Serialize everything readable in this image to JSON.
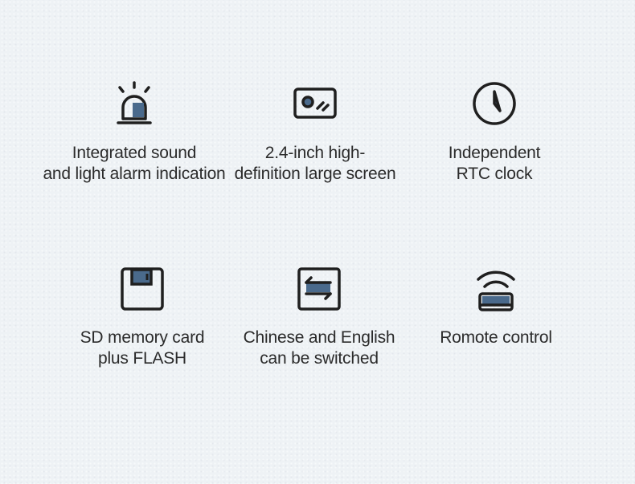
{
  "colors": {
    "background": "#eef2f5",
    "icon_stroke": "#1f1f1f",
    "icon_accent": "#4a6a8c",
    "text": "#2b2b2b"
  },
  "features": [
    {
      "icon": "alarm-light-icon",
      "lines": [
        "Integrated sound",
        "and light alarm indication"
      ]
    },
    {
      "icon": "screen-icon",
      "lines": [
        "2.4-inch high-",
        "definition large screen"
      ]
    },
    {
      "icon": "clock-icon",
      "lines": [
        "Independent",
        "RTC clock"
      ]
    },
    {
      "icon": "sd-card-icon",
      "lines": [
        "SD memory card",
        "plus FLASH"
      ]
    },
    {
      "icon": "language-switch-icon",
      "lines": [
        "Chinese and English",
        "can be switched"
      ]
    },
    {
      "icon": "remote-control-icon",
      "lines": [
        "Romote control"
      ]
    }
  ]
}
